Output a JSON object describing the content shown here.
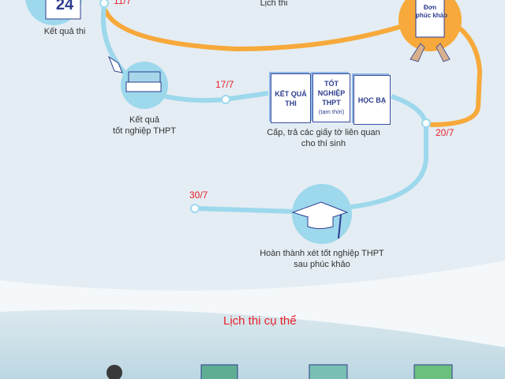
{
  "timeline": {
    "schedule_label": "Lịch thi",
    "dates": {
      "d1": "11/7",
      "d2": "17/7",
      "d3": "20/7",
      "d4": "30/7"
    },
    "steps": {
      "exam_result": "Kết quả thi",
      "calendar_day": "24",
      "graduation_result_line1": "Kết quả",
      "graduation_result_line2": "tốt nghiệp THPT",
      "appeal_form_line1": "Đơn",
      "appeal_form_line2": "phúc khảo",
      "documents_line1": "Cấp, trả các giấy tờ liên quan",
      "documents_line2": "cho thí sinh",
      "complete_line1": "Hoàn thành xét tốt nghiệp THPT",
      "complete_line2": "sau phúc khảo"
    },
    "documents": {
      "doc1": "KẾT QUẢ THI",
      "doc2": "TỐT NGHIỆP THPT",
      "doc2_note": "(tạm thời)",
      "doc3": "HỌC BẠ"
    }
  },
  "section": {
    "title": "Lịch thi cụ thể"
  },
  "colors": {
    "blue_path": "#9dd8ec",
    "orange_path": "#f7a93b",
    "date_red": "#e8202a",
    "navy": "#2e3d8f"
  }
}
